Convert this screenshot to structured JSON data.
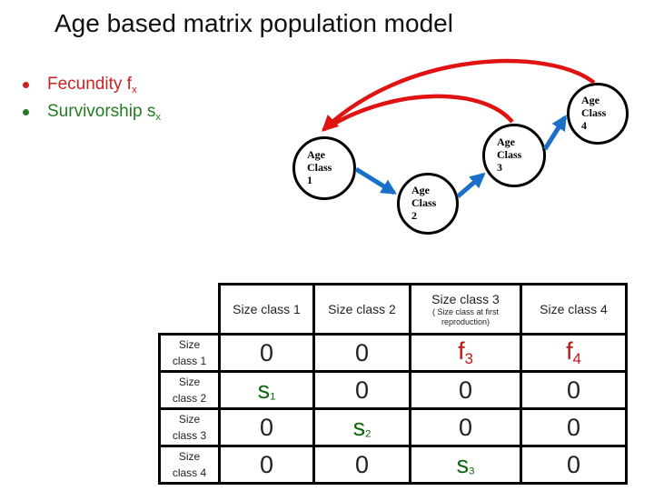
{
  "slide": {
    "title": "Age based matrix population model"
  },
  "bullets": [
    {
      "text": "Fecundity f",
      "sub": "x",
      "color": "#cc2222"
    },
    {
      "text": "Survivorship s",
      "sub": "x",
      "color": "#257a25"
    }
  ],
  "diagram": {
    "nodes": [
      {
        "label": "Age\nClass\n1"
      },
      {
        "label": "Age\nClass\n2"
      },
      {
        "label": "Age\nClass\n3"
      },
      {
        "label": "Age\nClass\n4"
      }
    ],
    "colors": {
      "survivorship_arrow_blue": "#1a6fc8",
      "fecundity_arrow_red": "#e01212",
      "node_stroke": "#000000"
    }
  },
  "matrix": {
    "col_headers": [
      {
        "title": "Size class 1",
        "note": ""
      },
      {
        "title": "Size class 2",
        "note": ""
      },
      {
        "title": "Size class 3",
        "note": "( Size class at first reproduction)"
      },
      {
        "title": "Size class 4",
        "note": ""
      }
    ],
    "rows": [
      {
        "header": "Size\nclass 1",
        "cells": [
          {
            "t": "0",
            "sub": "",
            "cls": "cv"
          },
          {
            "t": "0",
            "sub": "",
            "cls": "cv"
          },
          {
            "t": "f",
            "sub": "3",
            "cls": "cv red"
          },
          {
            "t": "f",
            "sub": "4",
            "cls": "cv red"
          }
        ]
      },
      {
        "header": "Size\nclass 2",
        "cells": [
          {
            "t": "s",
            "sub": "1",
            "cls": "cv green"
          },
          {
            "t": "0",
            "sub": "",
            "cls": "cv"
          },
          {
            "t": "0",
            "sub": "",
            "cls": "cv"
          },
          {
            "t": "0",
            "sub": "",
            "cls": "cv"
          }
        ]
      },
      {
        "header": "Size\nclass 3",
        "cells": [
          {
            "t": "0",
            "sub": "",
            "cls": "cv"
          },
          {
            "t": "s",
            "sub": "2",
            "cls": "cv green"
          },
          {
            "t": "0",
            "sub": "",
            "cls": "cv"
          },
          {
            "t": "0",
            "sub": "",
            "cls": "cv"
          }
        ]
      },
      {
        "header": "Size\nclass 4",
        "cells": [
          {
            "t": "0",
            "sub": "",
            "cls": "cv"
          },
          {
            "t": "0",
            "sub": "",
            "cls": "cv"
          },
          {
            "t": "s",
            "sub": "3",
            "cls": "cv green"
          },
          {
            "t": "0",
            "sub": "",
            "cls": "cv"
          }
        ]
      }
    ],
    "value_colors": {
      "fecundity": "#c01515",
      "survivorship": "#0a650a",
      "zero": "#222222"
    }
  }
}
